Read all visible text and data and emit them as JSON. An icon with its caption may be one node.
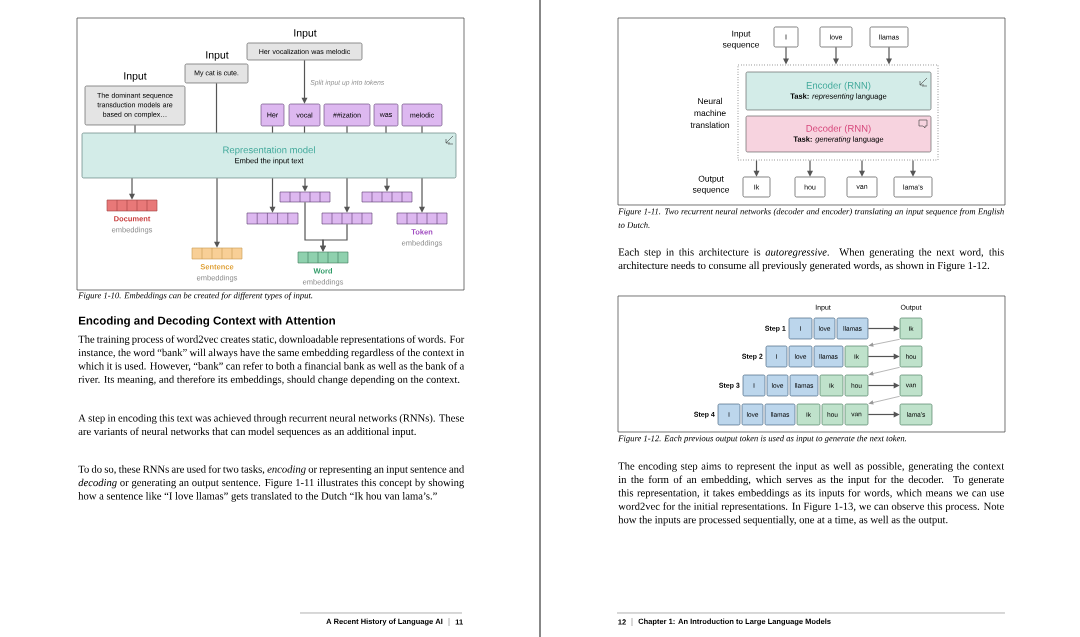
{
  "diagram": {
    "nodes": [
      {
        "text": [
          "Input",
          "The dominant sequence transduction models are based on complex…"
        ]
      },
      {
        "text": [
          "Input",
          "My cat is cute."
        ]
      },
      {
        "text": [
          "Input",
          "Her vocalization was melodic"
        ]
      },
      {
        "text": [
          "Her"
        ]
      },
      {
        "text": [
          "vocal"
        ]
      },
      {
        "text": [
          "##ization"
        ]
      },
      {
        "text": [
          "was"
        ]
      },
      {
        "text": [
          "melodic"
        ]
      },
      {
        "text": [
          "Representation model",
          "Embed the input text"
        ]
      },
      {
        "text": [],
        "shape": "bar",
        "beside": [
          "Document",
          "embeddings"
        ]
      },
      {
        "text": [],
        "shape": "bar",
        "beside": [
          "Sentence",
          "embeddings"
        ]
      },
      {
        "text": [],
        "shape": "bar"
      },
      {
        "text": [],
        "shape": "bar"
      },
      {
        "text": [],
        "shape": "bar"
      },
      {
        "text": [],
        "shape": "bar"
      },
      {
        "text": [],
        "shape": "bar",
        "beside": [
          "Token",
          "embeddings"
        ]
      },
      {
        "text": [],
        "shape": "bar",
        "beside": [
          "Word",
          "embeddings"
        ]
      },
      {
        "text": [
          "I"
        ]
      },
      {
        "text": [
          "love"
        ]
      },
      {
        "text": [
          "llamas"
        ]
      },
      {
        "text": [
          "Neural machine translation"
        ]
      },
      {
        "text": [
          "Encoder (RNN)",
          "**Task:** *representing* language"
        ],
        "in": 20
      },
      {
        "text": [
          "Decoder (RNN)",
          "**Task:** *generating* language"
        ],
        "in": 20
      },
      {
        "text": [
          "Ik"
        ]
      },
      {
        "text": [
          "hou"
        ]
      },
      {
        "text": [
          "van"
        ]
      },
      {
        "text": [
          "lama’s"
        ]
      },
      {
        "text": [
          "I"
        ]
      },
      {
        "text": [
          "love"
        ]
      },
      {
        "text": [
          "llamas"
        ]
      },
      {
        "text": [
          "Ik"
        ]
      },
      {
        "text": [
          "I"
        ]
      },
      {
        "text": [
          "love"
        ]
      },
      {
        "text": [
          "llamas"
        ]
      },
      {
        "text": [
          "Ik"
        ]
      },
      {
        "text": [
          "hou"
        ]
      },
      {
        "text": [
          "I"
        ]
      },
      {
        "text": [
          "love"
        ]
      },
      {
        "text": [
          "llamas"
        ]
      },
      {
        "text": [
          "Ik"
        ]
      },
      {
        "text": [
          "hou"
        ]
      },
      {
        "text": [
          "van"
        ]
      },
      {
        "text": [
          "I"
        ]
      },
      {
        "text": [
          "love"
        ]
      },
      {
        "text": [
          "llamas"
        ]
      },
      {
        "text": [
          "Ik"
        ]
      },
      {
        "text": [
          "hou"
        ]
      },
      {
        "text": [
          "van"
        ]
      },
      {
        "text": [
          "lama’s"
        ]
      }
    ],
    "edges": [
      {
        "from": 0,
        "to": 8,
        "arrow": "none"
      },
      {
        "from": 1,
        "to": 8,
        "arrow": "none"
      },
      {
        "from": 2,
        "to": 4,
        "arrow": "to",
        "label": "Split input up into tokens"
      },
      {
        "from": 3,
        "to": 8,
        "arrow": "none"
      },
      {
        "from": 4,
        "to": 8,
        "arrow": "none"
      },
      {
        "from": 5,
        "to": 8,
        "arrow": "none"
      },
      {
        "from": 6,
        "to": 8,
        "arrow": "none"
      },
      {
        "from": 7,
        "to": 8,
        "arrow": "none"
      },
      {
        "from": 8,
        "to": 9,
        "arrow": "to"
      },
      {
        "from": 8,
        "to": 10,
        "arrow": "to"
      },
      {
        "from": 8,
        "to": 11,
        "arrow": "to"
      },
      {
        "from": 8,
        "to": 12,
        "arrow": "to"
      },
      {
        "from": 8,
        "to": 13,
        "arrow": "to"
      },
      {
        "from": 8,
        "to": 14,
        "arrow": "to"
      },
      {
        "from": 8,
        "to": 15,
        "arrow": "to"
      },
      {
        "from": 11,
        "to": 16,
        "arrow": "to"
      },
      {
        "from": 14,
        "to": 16,
        "arrow": "to"
      },
      {
        "from": 17,
        "to": 20,
        "arrow": "to"
      },
      {
        "from": 18,
        "to": 20,
        "arrow": "to"
      },
      {
        "from": 19,
        "to": 20,
        "arrow": "to"
      },
      {
        "from": 20,
        "to": 23,
        "arrow": "to"
      },
      {
        "from": 20,
        "to": 24,
        "arrow": "to"
      },
      {
        "from": 20,
        "to": 25,
        "arrow": "to"
      },
      {
        "from": 20,
        "to": 26,
        "arrow": "to"
      },
      {
        "from": 29,
        "to": 30,
        "arrow": "to"
      },
      {
        "from": 34,
        "to": 35,
        "arrow": "to"
      },
      {
        "from": 40,
        "to": 41,
        "arrow": "to"
      },
      {
        "from": 47,
        "to": 48,
        "arrow": "to"
      },
      {
        "from": 30,
        "to": 34,
        "arrow": "to",
        "color": "#9a9a9a"
      },
      {
        "from": 35,
        "to": 40,
        "arrow": "to",
        "color": "#9a9a9a"
      },
      {
        "from": 41,
        "to": 47,
        "arrow": "to",
        "color": "#9a9a9a"
      }
    ],
    "labels": [
      "Figure 1-10. Embeddings can be created for different types of input.",
      "Encoding and Decoding Context with Attention",
      "The training process of word2vec creates static, downloadable representations of words. For instance, the word “bank” will always have the same embedding regardless of the context in which it is used. However, “bank” can refer to both a financial bank as well as the bank of a river. Its meaning, and therefore its embeddings, should change depending on the context.",
      "A step in encoding this text was achieved through recurrent neural networks (RNNs). These are variants of neural networks that can model sequences as an additional input.",
      "To do so, these RNNs are used for two tasks, *encoding* or representing an input sentence and *decoding* or generating an output sentence. Figure 1-11 illustrates this concept by showing how a sentence like “I love llamas” gets translated to the Dutch “Ik hou van lama’s.”",
      "A Recent History of Language AI",
      "11",
      "Input sequence",
      "Output sequence",
      "Figure 1-11. Two recurrent neural networks (decoder and encoder) translating an input sequence from English to Dutch.",
      "Each step in this architecture is *autoregressive*. When generating the next word, this architecture needs to consume all previously generated words, as shown in Figure 1-12.",
      "Input",
      "Output",
      "Step 1",
      "Step 2",
      "Step 3",
      "Step 4",
      "Figure 1-12. Each previous output token is used as input to generate the next token.",
      "The encoding step aims to represent the input as well as possible, generating the context in the form of an embedding, which serves as the input for the decoder. To generate this representation, it takes embeddings as its inputs for words, which means we can use word2vec for the initial representations. In Figure 1-13, we can observe this process. Note how the inputs are processed sequentially, one at a time, as well as the output.",
      "12",
      "Chapter 1: An Introduction to Large Language Models"
    ]
  }
}
